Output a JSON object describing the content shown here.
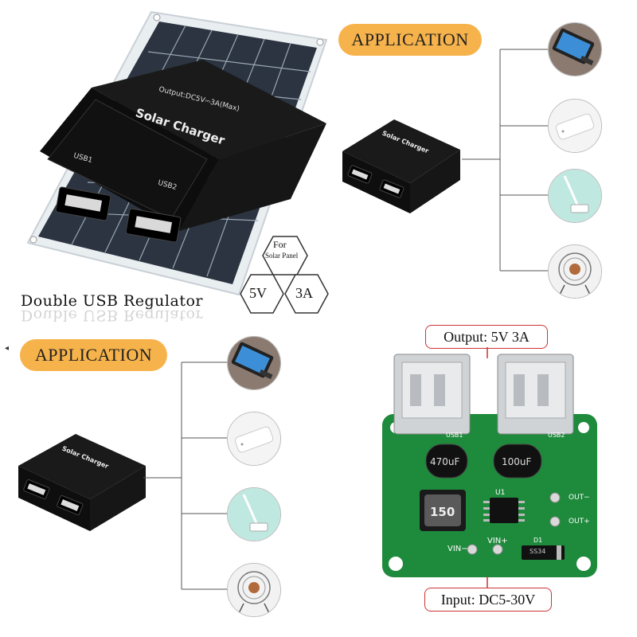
{
  "application_label_top": "APPLICATION",
  "application_label_bottom": "APPLICATION",
  "product_title": "Double USB Regulator",
  "device": {
    "brand_text": "Solar Charger",
    "output_text": "Output:DC5V⎓3A(Max)",
    "usb1": "USB1",
    "usb2": "USB2"
  },
  "hexagons": {
    "top": "For",
    "top_sub": "Solar Panel",
    "left": "5V",
    "right": "3A"
  },
  "board": {
    "output_label": "Output: 5V 3A",
    "input_label": "Input: DC5-30V",
    "cap1": "470uF",
    "cap2": "100uF",
    "inductor": "150",
    "vin_minus": "VIN−",
    "vin_plus": "VIN+",
    "out_minus": "OUT−",
    "out_plus": "OUT+",
    "usb1": "USB1",
    "usb2": "USB2",
    "u1": "U1",
    "d1": "D1",
    "diode": "SS34"
  },
  "colors": {
    "pill": "#f7b34b",
    "pcb": "#1e8a3c",
    "device": "#141414",
    "label_border": "#cc3333"
  }
}
